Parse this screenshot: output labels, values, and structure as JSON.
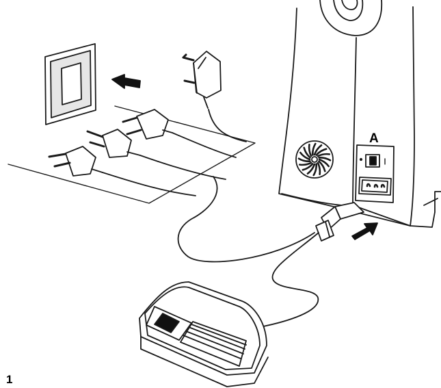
{
  "figure": {
    "number": "1",
    "callout_label": "A"
  },
  "colors": {
    "line": "#1a1a1a",
    "fill_light": "#ffffff",
    "fill_dark": "#111111",
    "fill_gray": "#e6e6e6"
  },
  "icons": {
    "wall_outlet": "wall-outlet-icon",
    "direction_arrow_left": "arrow-left-icon",
    "direction_arrow_right": "arrow-up-right-icon",
    "foot_pedal": "foot-control-pedal",
    "power_switch": "power-switch-icon",
    "power_socket": "power-socket-icon",
    "vent": "ventilation-grille-icon"
  }
}
